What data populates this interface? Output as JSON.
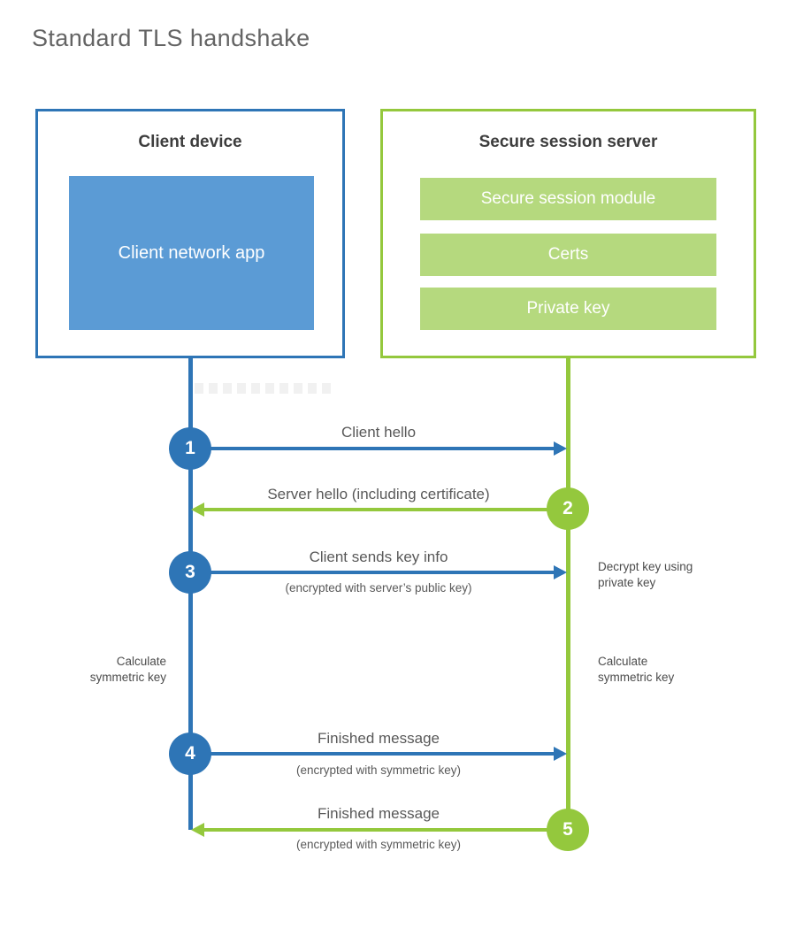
{
  "title": "Standard TLS handshake",
  "colors": {
    "client_accent": "#2E75B6",
    "client_fill": "#5B9BD5",
    "server_accent": "#94C83D",
    "server_fill": "#B5D97E",
    "heading_text": "#3d3d3d",
    "label_text": "#595959"
  },
  "client": {
    "title": "Client device",
    "app_label": "Client network app"
  },
  "server": {
    "title": "Secure session server",
    "modules": [
      "Secure session module",
      "Certs",
      "Private key"
    ]
  },
  "steps": [
    {
      "num": "1",
      "label": "Client hello",
      "sub": "",
      "direction": "right",
      "actor": "client"
    },
    {
      "num": "2",
      "label": "Server hello (including certificate)",
      "sub": "",
      "direction": "left",
      "actor": "server"
    },
    {
      "num": "3",
      "label": "Client sends key info",
      "sub": "(encrypted with server’s public key)",
      "direction": "right",
      "actor": "client"
    },
    {
      "num": "4",
      "label": "Finished message",
      "sub": "(encrypted with symmetric key)",
      "direction": "right",
      "actor": "client"
    },
    {
      "num": "5",
      "label": "Finished message",
      "sub": "(encrypted with symmetric key)",
      "direction": "left",
      "actor": "server"
    }
  ],
  "notes": {
    "decrypt": [
      "Decrypt key using",
      "private key"
    ],
    "calc_client": [
      "Calculate",
      "symmetric key"
    ],
    "calc_server": [
      "Calculate",
      "symmetric key"
    ]
  }
}
